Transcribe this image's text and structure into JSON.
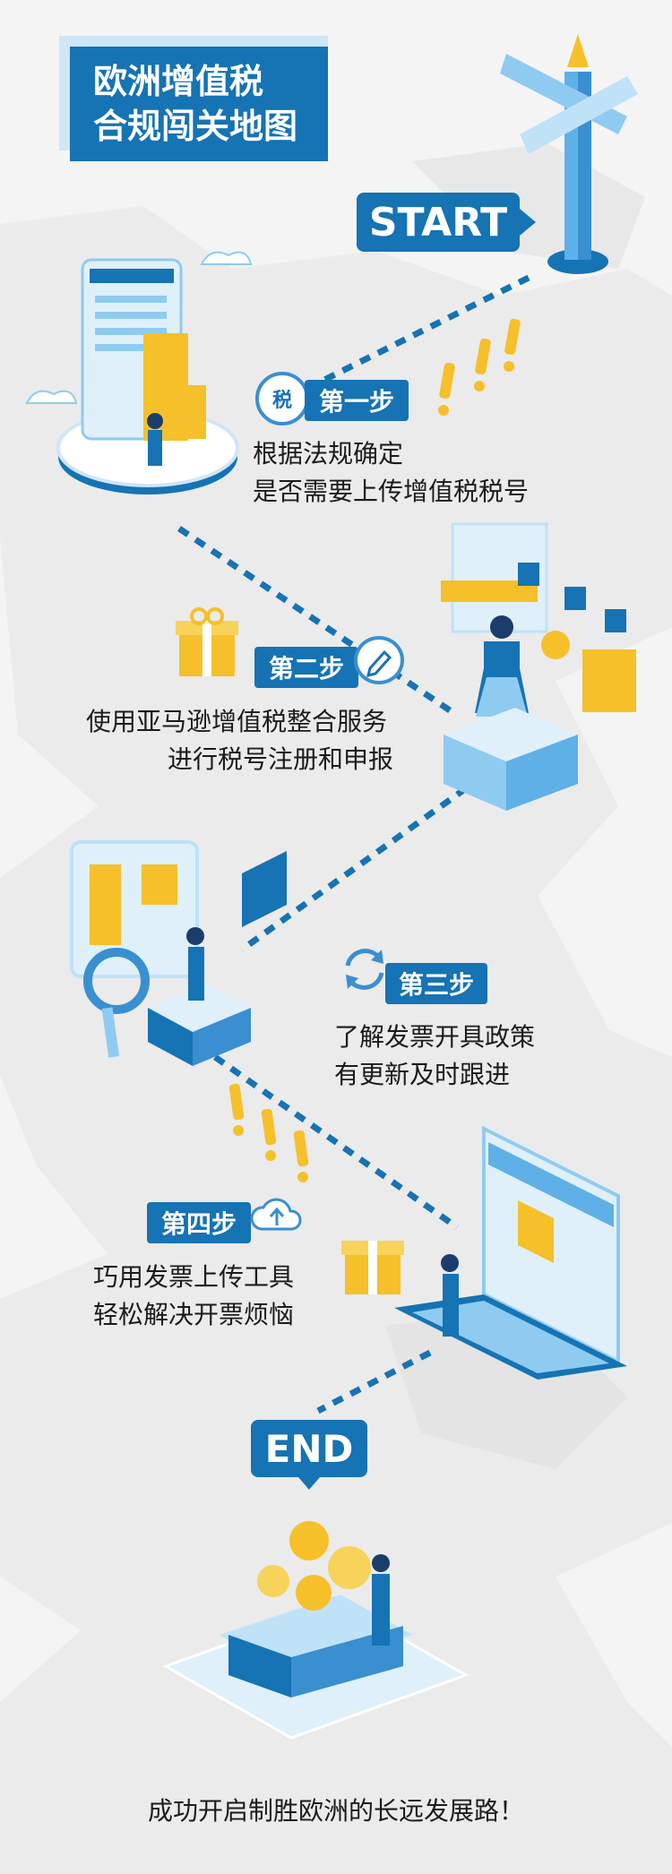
{
  "title": {
    "line1": "欧洲增值税",
    "line2": "合规闯关地图"
  },
  "start_label": "START",
  "end_label": "END",
  "steps": [
    {
      "label": "第一步",
      "icon": "tax-icon",
      "text": [
        "根据法规确定",
        "是否需要上传增值税税号"
      ]
    },
    {
      "label": "第二步",
      "icon": "edit-icon",
      "text": [
        "使用亚马逊增值税整合服务",
        "进行税号注册和申报"
      ]
    },
    {
      "label": "第三步",
      "icon": "refresh-icon",
      "text": [
        "了解发票开具政策",
        "有更新及时跟进"
      ]
    },
    {
      "label": "第四步",
      "icon": "cloud-upload-icon",
      "text": [
        "巧用发票上传工具",
        "轻松解决开票烦恼"
      ]
    }
  ],
  "tax_icon_char": "税",
  "footer": "成功开启制胜欧洲的长远发展路！",
  "colors": {
    "primary": "#1673b4",
    "light_blue": "#cfe6f6",
    "yellow": "#f5c02a",
    "background": "#f4f4f4"
  }
}
